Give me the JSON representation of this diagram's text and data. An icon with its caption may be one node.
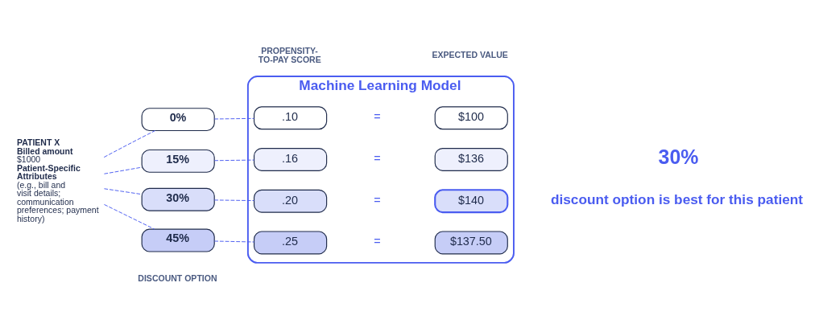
{
  "diagram": {
    "nodes": [
      {
        "text": [
          "PATIENT X",
          "Billed amount",
          "$1000",
          "Patient-Specific Attributes",
          "(e.g., bill and visit details; communication preferences; payment history)"
        ]
      },
      {
        "text": [
          "0%"
        ]
      },
      {
        "text": [
          "15%"
        ]
      },
      {
        "text": [
          "30%"
        ]
      },
      {
        "text": [
          "45%"
        ]
      },
      {
        "text": [
          "Machine Learning Model"
        ]
      },
      {
        "text": [
          ".10"
        ],
        "in": 5
      },
      {
        "text": [
          ".16"
        ],
        "in": 5
      },
      {
        "text": [
          ".20"
        ],
        "in": 5
      },
      {
        "text": [
          ".25"
        ],
        "in": 5
      },
      {
        "text": [
          "$100"
        ],
        "in": 5
      },
      {
        "text": [
          "$136"
        ],
        "in": 5
      },
      {
        "text": [
          "$140"
        ],
        "in": 5
      },
      {
        "text": [
          "$137.50"
        ],
        "in": 5
      }
    ],
    "edges": [
      {
        "from": 0,
        "to": 1,
        "arrow": "none",
        "style": "dashed"
      },
      {
        "from": 0,
        "to": 2,
        "arrow": "none",
        "style": "dashed"
      },
      {
        "from": 0,
        "to": 3,
        "arrow": "none",
        "style": "dashed"
      },
      {
        "from": 0,
        "to": 4,
        "arrow": "none",
        "style": "dashed"
      },
      {
        "from": 1,
        "to": 6,
        "arrow": "none",
        "style": "dashed"
      },
      {
        "from": 2,
        "to": 7,
        "arrow": "none",
        "style": "dashed"
      },
      {
        "from": 3,
        "to": 8,
        "arrow": "none",
        "style": "dashed"
      },
      {
        "from": 4,
        "to": 9,
        "arrow": "none",
        "style": "dashed"
      }
    ],
    "labels": [
      "=",
      "=",
      "=",
      "=",
      "DISCOUNT OPTION",
      "PROPENSITY- TO-PAY SCORE",
      "EXPECTED VALUE",
      "30%",
      "discount option is best for this patient"
    ]
  }
}
